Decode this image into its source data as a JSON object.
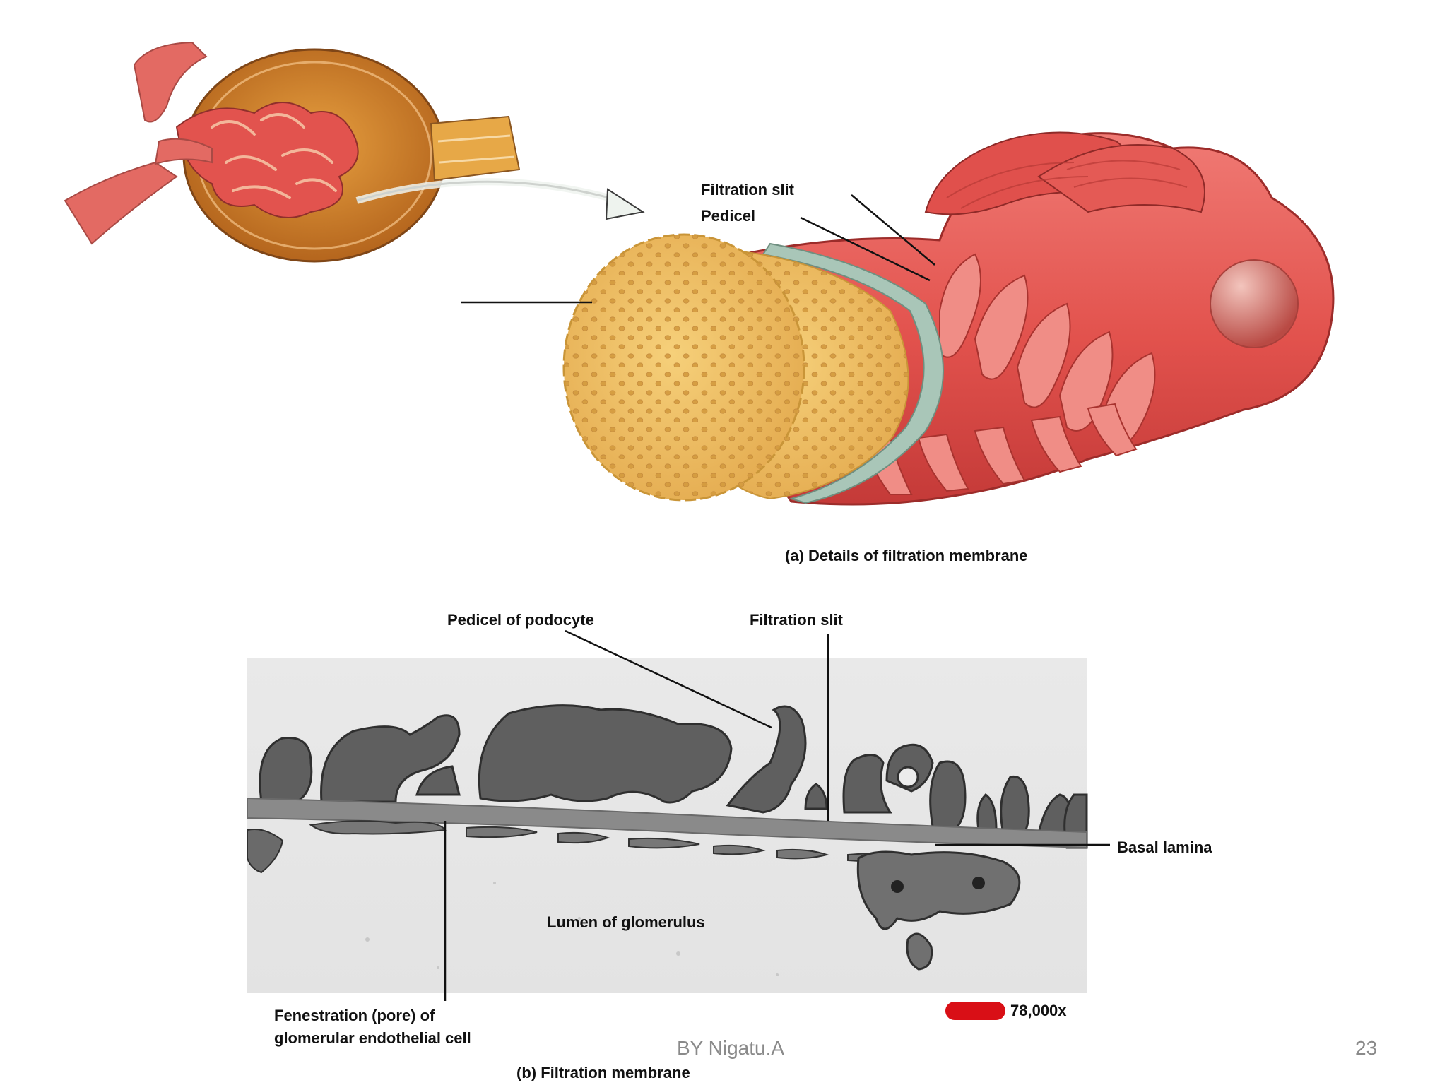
{
  "figure_a": {
    "labels": {
      "filtration_slit": "Filtration slit",
      "pedicel": "Pedicel"
    },
    "caption": "(a) Details of filtration membrane"
  },
  "figure_b": {
    "labels": {
      "pedicel_of_podocyte": "Pedicel of podocyte",
      "filtration_slit": "Filtration slit",
      "basal_lamina": "Basal lamina",
      "lumen": "Lumen of glomerulus",
      "fenestration_line1": "Fenestration (pore) of",
      "fenestration_line2": "glomerular endothelial cell"
    },
    "magnification": "78,000x",
    "caption": "(b) Filtration membrane"
  },
  "footer": {
    "author": "BY Nigatu.A",
    "page_number": "23"
  },
  "colors": {
    "capsule_orange": "#c9782a",
    "tissue_red": "#e85a55",
    "endothelium_yellow": "#efc063",
    "basement_teal": "#a9c6b8",
    "scale_bar_red": "#d90f16"
  }
}
